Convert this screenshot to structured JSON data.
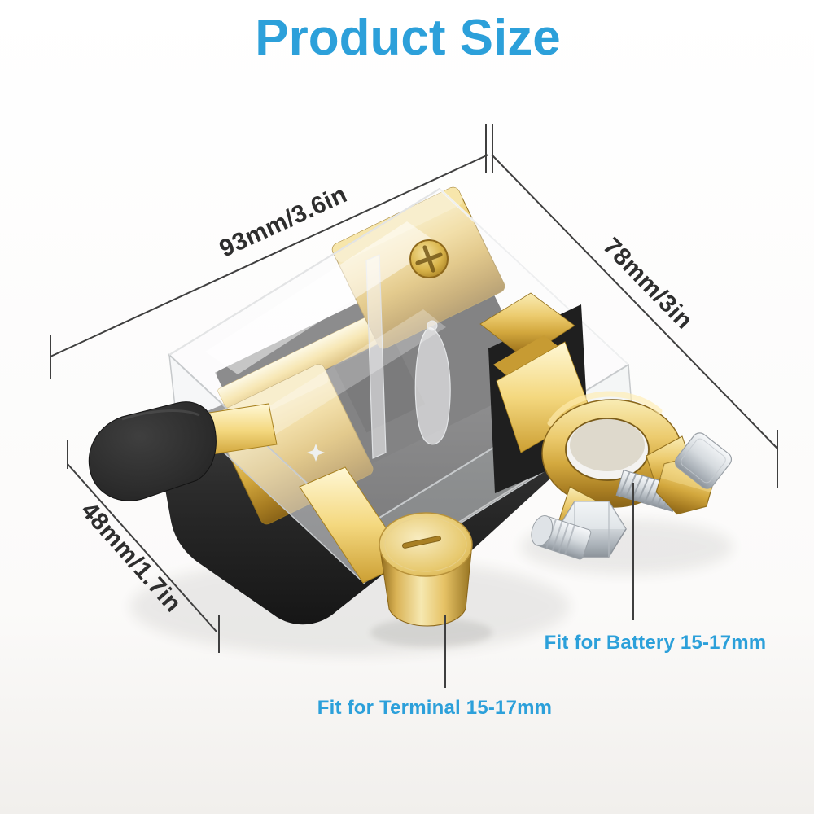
{
  "title": "Product Size",
  "colors": {
    "accent": "#2CA0DA",
    "dimension_line": "#3F3F3F",
    "dimension_text": "#2E2E2E",
    "gold": "#D9B254",
    "silver": "#C9CED3",
    "black_plastic": "#262626",
    "background": "#FFFFFF"
  },
  "dimensions": {
    "width": {
      "label": "93mm/3.6in"
    },
    "depth": {
      "label": "78mm/3in"
    },
    "height": {
      "label": "48mm/1.7in"
    }
  },
  "callouts": {
    "battery": {
      "label": "Fit for Battery 15-17mm"
    },
    "terminal": {
      "label": "Fit for Terminal 15-17mm"
    }
  }
}
